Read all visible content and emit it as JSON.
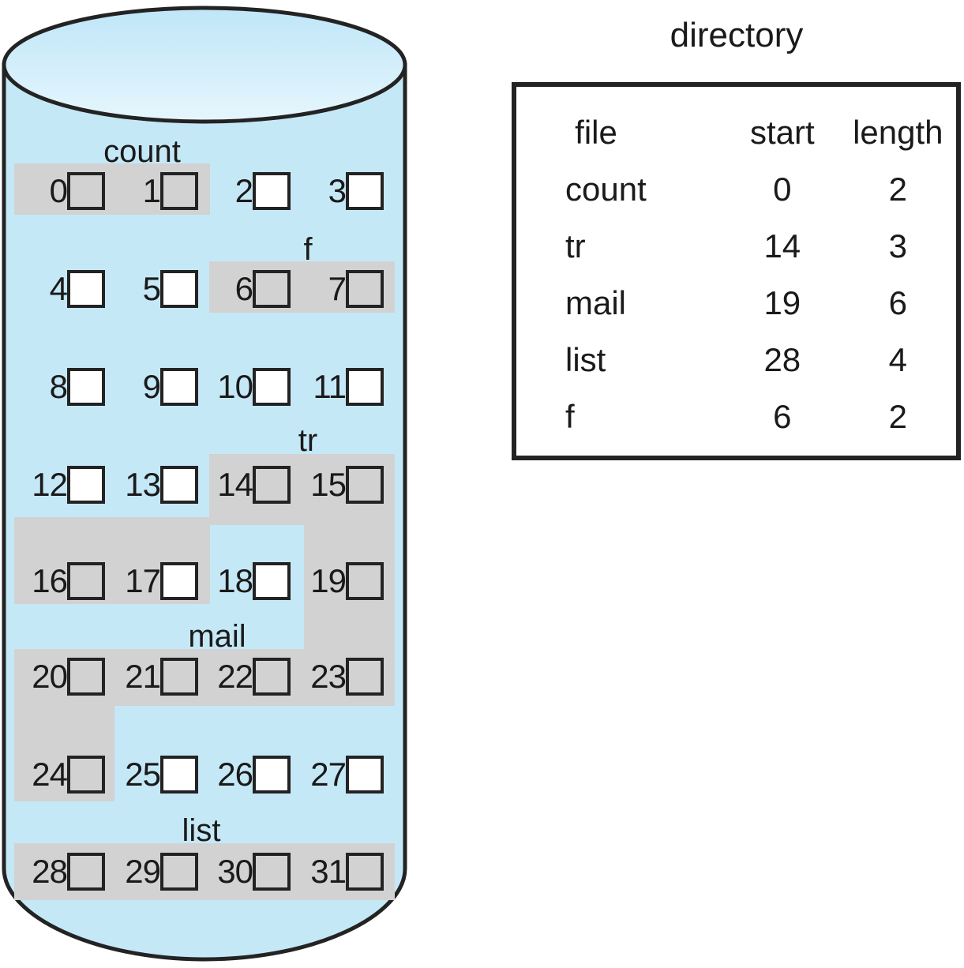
{
  "figure": {
    "title": "contiguous-allocation-of-disk-space",
    "disk_fill": "#c5e8f7",
    "allocated_fill": "#d2d2d2",
    "free_fill": "#ffffff",
    "outline": "#232323"
  },
  "disk": {
    "label": "disk-cylinder",
    "blocks": [
      {
        "index": "0",
        "allocated": true
      },
      {
        "index": "1",
        "allocated": true
      },
      {
        "index": "2",
        "allocated": false
      },
      {
        "index": "3",
        "allocated": false
      },
      {
        "index": "4",
        "allocated": false
      },
      {
        "index": "5",
        "allocated": false
      },
      {
        "index": "6",
        "allocated": true
      },
      {
        "index": "7",
        "allocated": true
      },
      {
        "index": "8",
        "allocated": false
      },
      {
        "index": "9",
        "allocated": false
      },
      {
        "index": "10",
        "allocated": false
      },
      {
        "index": "11",
        "allocated": false
      },
      {
        "index": "12",
        "allocated": false
      },
      {
        "index": "13",
        "allocated": false
      },
      {
        "index": "14",
        "allocated": true
      },
      {
        "index": "15",
        "allocated": true
      },
      {
        "index": "16",
        "allocated": true
      },
      {
        "index": "17",
        "allocated": false
      },
      {
        "index": "18",
        "allocated": false
      },
      {
        "index": "19",
        "allocated": true
      },
      {
        "index": "20",
        "allocated": true
      },
      {
        "index": "21",
        "allocated": true
      },
      {
        "index": "22",
        "allocated": true
      },
      {
        "index": "23",
        "allocated": true
      },
      {
        "index": "24",
        "allocated": true
      },
      {
        "index": "25",
        "allocated": false
      },
      {
        "index": "26",
        "allocated": false
      },
      {
        "index": "27",
        "allocated": false
      },
      {
        "index": "28",
        "allocated": true
      },
      {
        "index": "29",
        "allocated": true
      },
      {
        "index": "30",
        "allocated": true
      },
      {
        "index": "31",
        "allocated": true
      }
    ],
    "file_captions": [
      {
        "name": "count"
      },
      {
        "name": "f"
      },
      {
        "name": "tr"
      },
      {
        "name": "mail"
      },
      {
        "name": "list"
      }
    ]
  },
  "directory": {
    "title": "directory",
    "columns": [
      "file",
      "start",
      "length"
    ],
    "rows": [
      {
        "file": "count",
        "start": "0",
        "length": "2"
      },
      {
        "file": "tr",
        "start": "14",
        "length": "3"
      },
      {
        "file": "mail",
        "start": "19",
        "length": "6"
      },
      {
        "file": "list",
        "start": "28",
        "length": "4"
      },
      {
        "file": "f",
        "start": "6",
        "length": "2"
      }
    ]
  },
  "chart_data": {
    "type": "table",
    "title": "directory",
    "columns": [
      "file",
      "start",
      "length"
    ],
    "rows": [
      [
        "count",
        0,
        2
      ],
      [
        "tr",
        14,
        3
      ],
      [
        "mail",
        19,
        6
      ],
      [
        "list",
        28,
        4
      ],
      [
        "f",
        6,
        2
      ]
    ]
  }
}
